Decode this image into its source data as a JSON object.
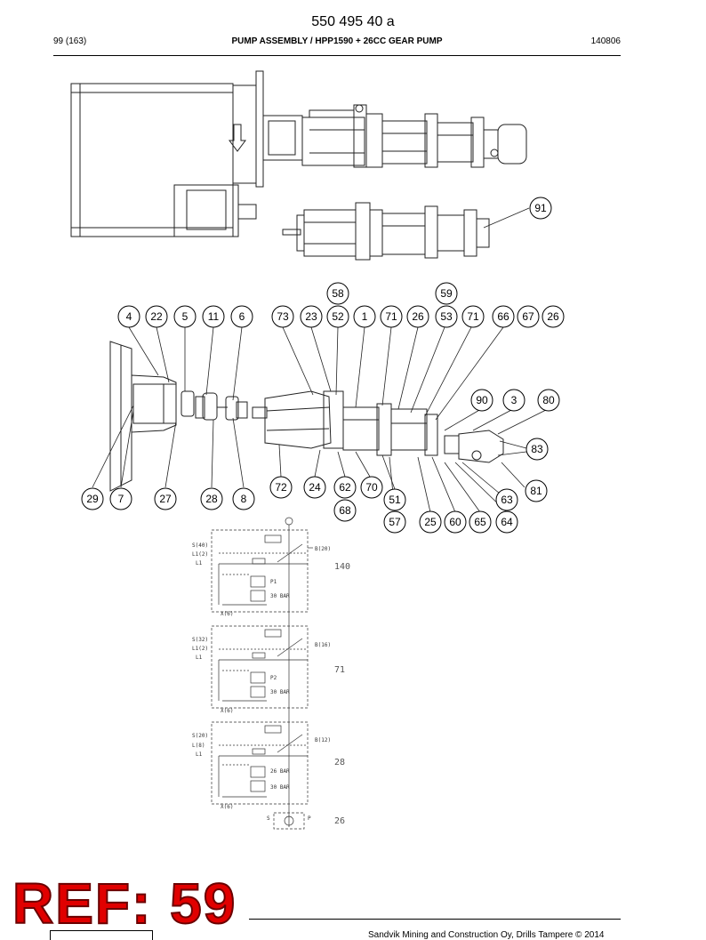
{
  "header": {
    "doc_number": "550 495 40 a",
    "page": "99 (163)",
    "title": "PUMP ASSEMBLY / HPP1590 + 26CC GEAR PUMP",
    "code": "140806"
  },
  "callouts": [
    "58",
    "59",
    "4",
    "22",
    "5",
    "11",
    "6",
    "73",
    "23",
    "52",
    "1",
    "71",
    "26",
    "53",
    "71",
    "66",
    "67",
    "26",
    "91",
    "90",
    "3",
    "80",
    "83",
    "81",
    "63",
    "64",
    "65",
    "60",
    "25",
    "57",
    "51",
    "68",
    "70",
    "62",
    "24",
    "72",
    "8",
    "28",
    "27",
    "7",
    "29"
  ],
  "schematic": {
    "sections": [
      {
        "suction": "S(40)",
        "leak1": "L1(2)",
        "leak2": "L1",
        "outlet": "B(20)",
        "pilot": "X(6)",
        "size": "140",
        "p1": "P1",
        "p2": "30 BAR"
      },
      {
        "suction": "S(32)",
        "leak1": "L1(2)",
        "leak2": "L1",
        "outlet": "B(16)",
        "pilot": "X(6)",
        "size": "71",
        "p1": "P2",
        "p2": "30 BAR"
      },
      {
        "suction": "S(20)",
        "leak1": "L(8)",
        "leak2": "L1",
        "outlet": "B(12)",
        "pilot": "X(6)",
        "size": "28",
        "p1": "26 BAR",
        "p2": "30 BAR"
      }
    ],
    "gear": {
      "s": "S",
      "p": "P",
      "size": "26"
    }
  },
  "stamp": "REF: 59",
  "footer": "Sandvik Mining and Construction Oy, Drills Tampere © 2014"
}
